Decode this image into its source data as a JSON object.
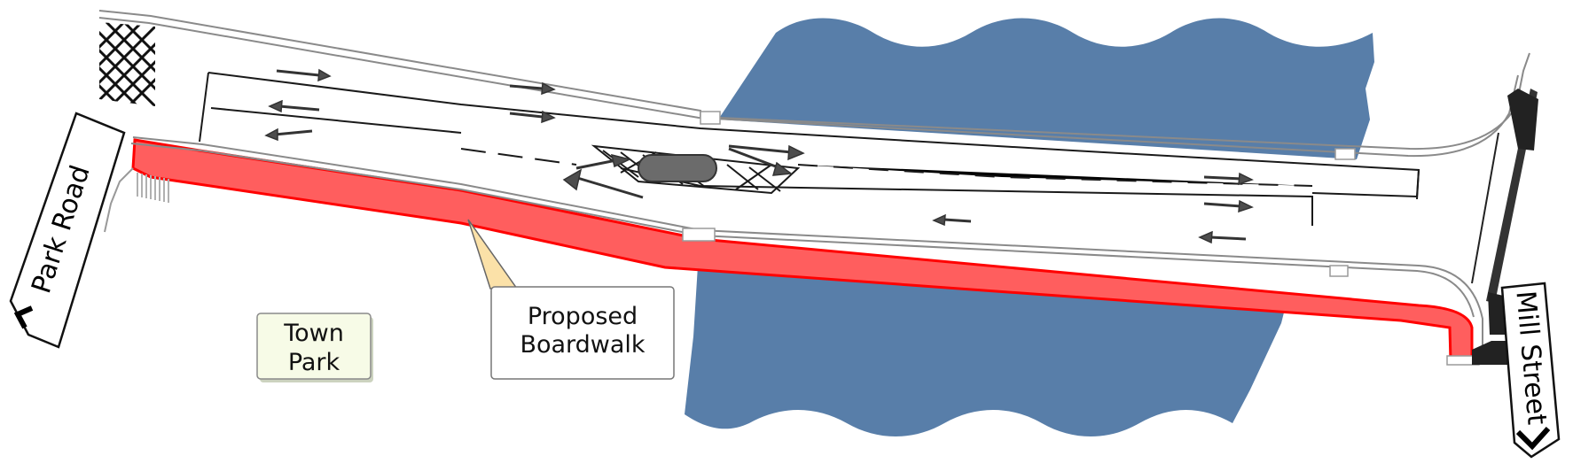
{
  "labels": {
    "park_road": "Park Road",
    "mill_street": "Mill Street",
    "town_park_line1": "Town",
    "town_park_line2": "Park",
    "boardwalk_line1": "Proposed",
    "boardwalk_line2": "Boardwalk"
  },
  "colors": {
    "water": "#587ea9",
    "boardwalk_fill": "#ff5e5e",
    "boardwalk_edge": "#ff0000",
    "callout_pointer": "#fbe1a8",
    "town_park_box": "#f7fbe7",
    "arrow": "#4d4d4d",
    "median_island": "#6b6b6b"
  },
  "icons": {
    "park_road_chevron": "chevron-left-icon",
    "mill_street_chevron": "chevron-down-icon"
  }
}
